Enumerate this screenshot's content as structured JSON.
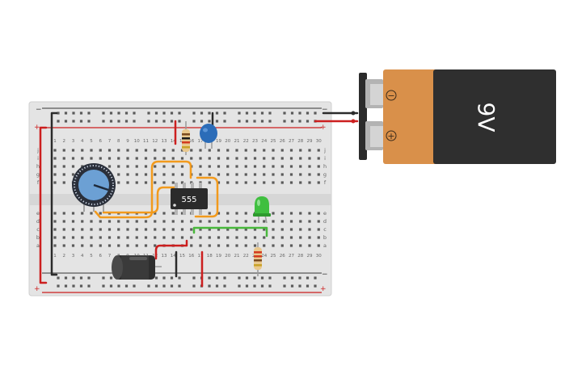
{
  "chip": {
    "label": "555"
  },
  "battery": {
    "label": "9V",
    "minus": "−",
    "plus": "+"
  },
  "breadboard": {
    "rail_minus": "−",
    "rail_plus": "+",
    "row_letters_top": [
      "j",
      "i",
      "h",
      "g",
      "f"
    ],
    "row_letters_bottom": [
      "e",
      "d",
      "c",
      "b",
      "a"
    ],
    "column_numbers": [
      "1",
      "2",
      "3",
      "4",
      "5",
      "6",
      "7",
      "8",
      "9",
      "10",
      "11",
      "12",
      "13",
      "14",
      "15",
      "16",
      "17",
      "18",
      "19",
      "20",
      "21",
      "22",
      "23",
      "24",
      "25",
      "26",
      "27",
      "28",
      "29",
      "30"
    ]
  },
  "colors": {
    "board": "#e4e4e4",
    "wire_black": "#2b2b2b",
    "wire_red": "#cc1f1f",
    "wire_orange": "#f29a1c",
    "wire_green": "#49b83c",
    "battery_orange": "#d9904a",
    "battery_body": "#2f2f2f",
    "pot_blue": "#6ca0d4",
    "led_green": "#3fbf3f",
    "ceramic_cap": "#2b6cb8"
  }
}
